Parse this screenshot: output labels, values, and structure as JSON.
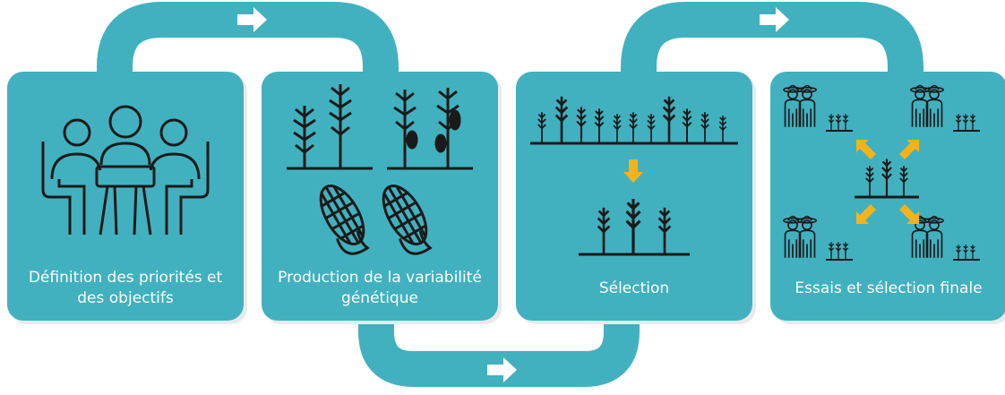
{
  "colors": {
    "teal": "#41b1bf",
    "connector": "#41b1bf",
    "arrow": "#ffffff",
    "ink": "#1a1a1a",
    "accent_yellow": "#f6b21a"
  },
  "steps": [
    {
      "label": "Définition des priorités et des objectifs",
      "icon": "meeting-people-icon"
    },
    {
      "label": "Production de la variabilité génétique",
      "icon": "corn-plants-icon"
    },
    {
      "label": "Sélection",
      "icon": "plant-selection-icon"
    },
    {
      "label": "Essais et sélection finale",
      "icon": "farmers-trials-icon"
    }
  ],
  "connectors": [
    {
      "from": 1,
      "to": 2,
      "route": "top",
      "icon": "right-arrow-icon"
    },
    {
      "from": 2,
      "to": 3,
      "route": "bottom",
      "icon": "right-arrow-icon"
    },
    {
      "from": 3,
      "to": 4,
      "route": "top",
      "icon": "right-arrow-icon"
    }
  ]
}
